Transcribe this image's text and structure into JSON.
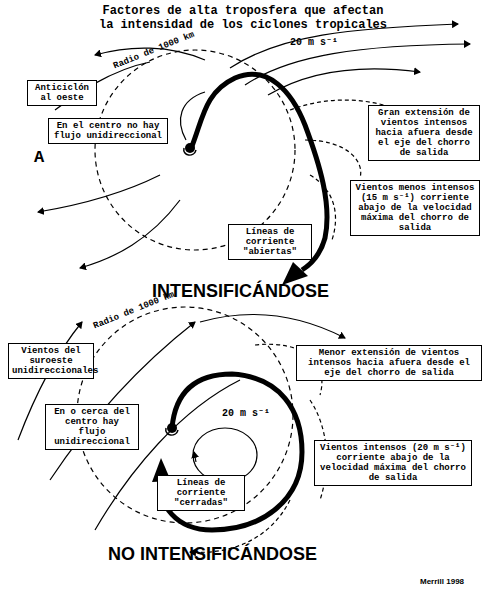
{
  "diagram": {
    "title": "Factores de alta troposfera que afectan la intensidad de los ciclones tropicales",
    "nodes": [
      {
        "text": [
          "Anticiclón al oeste"
        ]
      },
      {
        "text": [
          "En el centro no hay flujo unidireccional"
        ]
      },
      {
        "text": [
          "Gran extensión de vientos intensos hacia afuera desde el eje del chorro de salida"
        ]
      },
      {
        "text": [
          "Vientos menos intensos (15 m s⁻¹) corriente abajo de la velocidad máxima del chorro de salida"
        ]
      },
      {
        "text": [
          "Líneas de corriente \"abiertas\""
        ]
      },
      {
        "text": [
          "Vientos del suroeste unidireccionales"
        ]
      },
      {
        "text": [
          "En o cerca del centro hay flujo unidireccional"
        ]
      },
      {
        "text": [
          "Menor extensión de vientos intensos hacia afuera desde el eje del chorro de salida"
        ]
      },
      {
        "text": [
          "Vientos intensos (20 m s⁻¹) corriente abajo de la velocidad máxima del chorro de salida"
        ]
      },
      {
        "text": [
          "Líneas de corriente \"cerradas\""
        ]
      }
    ],
    "labels": [
      "Radio de 1000 km",
      "20 m s⁻¹",
      "A",
      "INTENSIFICÁNDOSE",
      "Radio de 1000 km",
      "20 m s⁻¹",
      "NO INTENSIFICÁNDOSE",
      "Merrill 1998"
    ]
  }
}
